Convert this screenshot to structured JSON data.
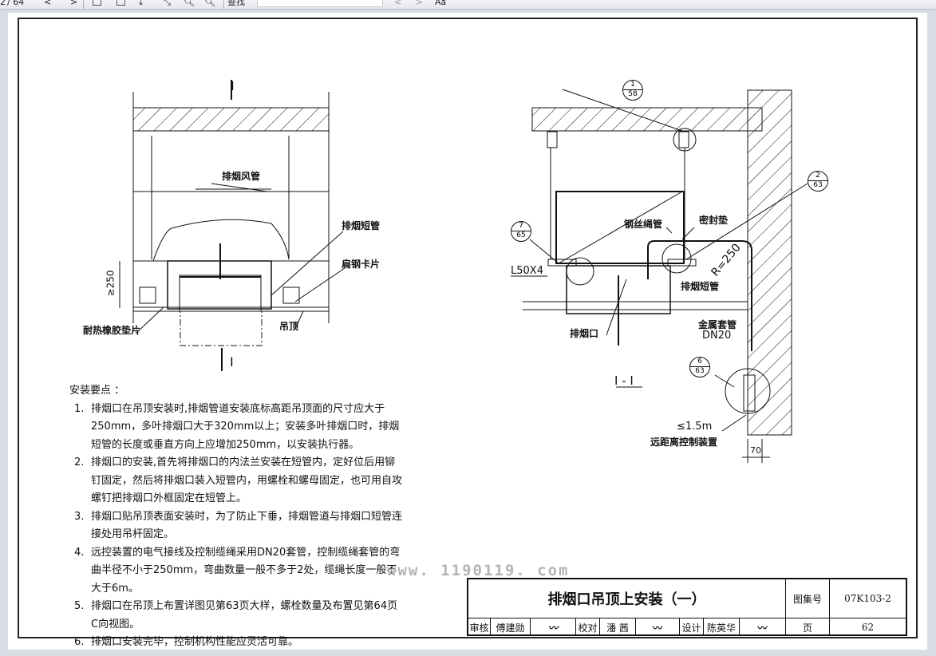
{
  "toolbar": {
    "page_current": "2",
    "page_total": "/ 64",
    "prev": "<",
    "next": ">",
    "find_label": "查找",
    "find_value": "",
    "find_prev": "<",
    "find_next": ">",
    "aa": "Aa"
  },
  "drawing": {
    "left": {
      "section_mark": "I",
      "duct": "排烟风管",
      "short_pipe": "排烟短管",
      "clip": "扁钢卡片",
      "height": "≥250",
      "gasket": "耐热橡胶垫片",
      "ceiling": "吊顶"
    },
    "right": {
      "ref1_top": "1",
      "ref1_bot": "58",
      "ref2_top": "2",
      "ref2_bot": "63",
      "ref3_top": "7",
      "ref3_bot": "65",
      "ref4_top": "6",
      "ref4_bot": "63",
      "wire_tube": "钢丝绳管",
      "seal": "密封垫",
      "angle": "L50X4",
      "radius": "R=250",
      "short_pipe": "排烟短管",
      "outlet": "排烟口",
      "sleeve": "金属套管",
      "sleeve_size": "DN20",
      "max_height": "≤1.5m",
      "remote": "远距离控制装置",
      "dim70": "70",
      "section_title": "I - I"
    }
  },
  "notes": {
    "heading": "安装要点 ：",
    "items": [
      {
        "num": "1.",
        "text": "排烟口在吊顶安装时,排烟管道安装底标高距吊顶面的尺寸应大于250mm，多叶排烟口大于320mm以上；安装多叶排烟口时，排烟短管的长度或垂直方向上应增加250mm，以安装执行器。"
      },
      {
        "num": "2.",
        "text": "排烟口的安装,首先将排烟口的内法兰安装在短管内，定好位后用铆钉固定，然后将排烟口装入短管内，用螺栓和螺母固定，也可用自攻螺钉把排烟口外框固定在短管上。"
      },
      {
        "num": "3.",
        "text": "排烟口贴吊顶表面安装时，为了防止下垂，排烟管道与排烟口短管连接处用吊杆固定。"
      },
      {
        "num": "4.",
        "text": "远控装置的电气接线及控制缆绳采用DN20套管，控制缆绳套管的弯曲半径不小于250mm，弯曲数量一般不多于2处，缆绳长度一般不大于6m。"
      },
      {
        "num": "5.",
        "text": "排烟口在吊顶上布置详图见第63页大样，螺栓数量及布置见第64页C向视图。"
      },
      {
        "num": "6.",
        "text": "排烟口安装完毕，控制机构性能应灵活可靠。"
      }
    ]
  },
  "watermark": "www. 1190119. com",
  "title_block": {
    "title": "排烟口吊顶上安装（一）",
    "atlas_label": "图集号",
    "atlas_no": "07K103-2",
    "review_label": "审核",
    "reviewer": "傅建勋",
    "check_label": "校对",
    "checker": "潘 茜",
    "design_label": "设计",
    "designer": "陈英华",
    "page_label": "页",
    "page_no": "62"
  }
}
